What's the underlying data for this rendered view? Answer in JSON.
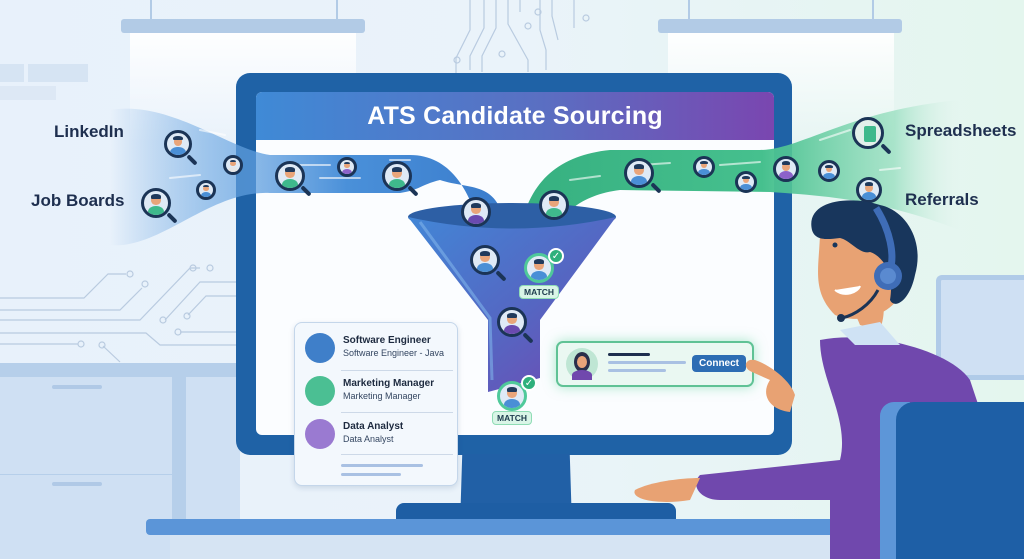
{
  "screen": {
    "title": "ATS Candidate Sourcing"
  },
  "sources": {
    "left": [
      {
        "label": "LinkedIn"
      },
      {
        "label": "Job Boards"
      }
    ],
    "right": [
      {
        "label": "Spreadsheets"
      },
      {
        "label": "Referrals"
      }
    ]
  },
  "candidate_list": {
    "items": [
      {
        "title": "Software Engineer",
        "subtitle": "Software Engineer - Java",
        "avatar_color": "#3f7fc9"
      },
      {
        "title": "Marketing Manager",
        "subtitle": "Marketing Manager",
        "avatar_color": "#4bbf93"
      },
      {
        "title": "Data Analyst",
        "subtitle": "Data Analyst",
        "avatar_color": "#9a7ad1"
      }
    ]
  },
  "funnel": {
    "badges": [
      {
        "label": "MATCH"
      },
      {
        "label": "MATCH"
      }
    ]
  },
  "connect_card": {
    "button_label": "Connect"
  },
  "colors": {
    "monitor": "#1f62a6",
    "header_start": "#3f8ad6",
    "header_end": "#7a46b0",
    "stream_left": "#4a90d9",
    "stream_right": "#3dbb8a",
    "accent_green": "#2fb07c",
    "shirt_purple": "#7048ad"
  }
}
